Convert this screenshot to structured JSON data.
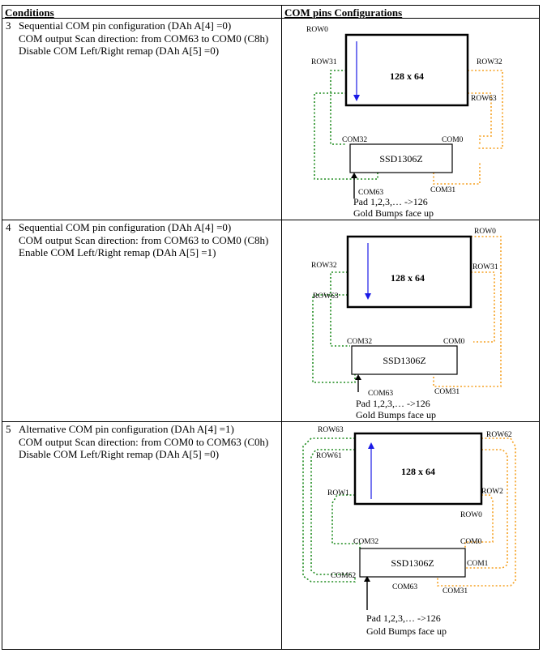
{
  "header": {
    "conditions": "Conditions",
    "com_pins": "COM pins Configurations"
  },
  "rows": [
    {
      "num": "3",
      "lines": [
        "Sequential COM pin configuration (DAh A[4] =0)",
        "COM output Scan direction: from COM63 to COM0 (C8h)",
        "Disable COM Left/Right remap (DAh A[5] =0)"
      ],
      "diagram": {
        "panel": "128 x 64",
        "chip": "SSD1306Z",
        "labels": [
          "ROW0",
          "ROW31",
          "ROW32",
          "ROW63",
          "COM32",
          "COM0",
          "COM63",
          "COM31"
        ],
        "pad": "Pad 1,2,3,… ->126",
        "gold": "Gold Bumps face up"
      }
    },
    {
      "num": "4",
      "lines": [
        "Sequential COM pin configuration (DAh A[4] =0)",
        "COM output Scan direction: from COM63 to COM0 (C8h)",
        "Enable COM Left/Right remap (DAh A[5] =1)"
      ],
      "diagram": {
        "panel": "128 x 64",
        "chip": "SSD1306Z",
        "labels": [
          "ROW0",
          "ROW32",
          "ROW31",
          "ROW63",
          "COM32",
          "COM0",
          "COM63",
          "COM31"
        ],
        "pad": "Pad 1,2,3,… ->126",
        "gold": "Gold Bumps face up"
      }
    },
    {
      "num": "5",
      "lines": [
        "Alternative COM pin configuration (DAh A[4] =1)",
        "COM output Scan direction: from COM0 to COM63 (C0h)",
        "Disable COM Left/Right remap (DAh A[5] =0)"
      ],
      "diagram": {
        "panel": "128 x 64",
        "chip": "SSD1306Z",
        "labels": [
          "ROW63",
          "ROW62",
          "ROW61",
          "ROW1",
          "ROW2",
          "ROW0",
          "COM32",
          "COM0",
          "COM1",
          "COM62",
          "COM63",
          "COM31"
        ],
        "pad": "Pad 1,2,3,… ->126",
        "gold": "Gold Bumps face up"
      }
    }
  ],
  "colors": {
    "green": "#1e8b1e",
    "orange": "#f5a020",
    "blue": "#1a1ae6"
  }
}
